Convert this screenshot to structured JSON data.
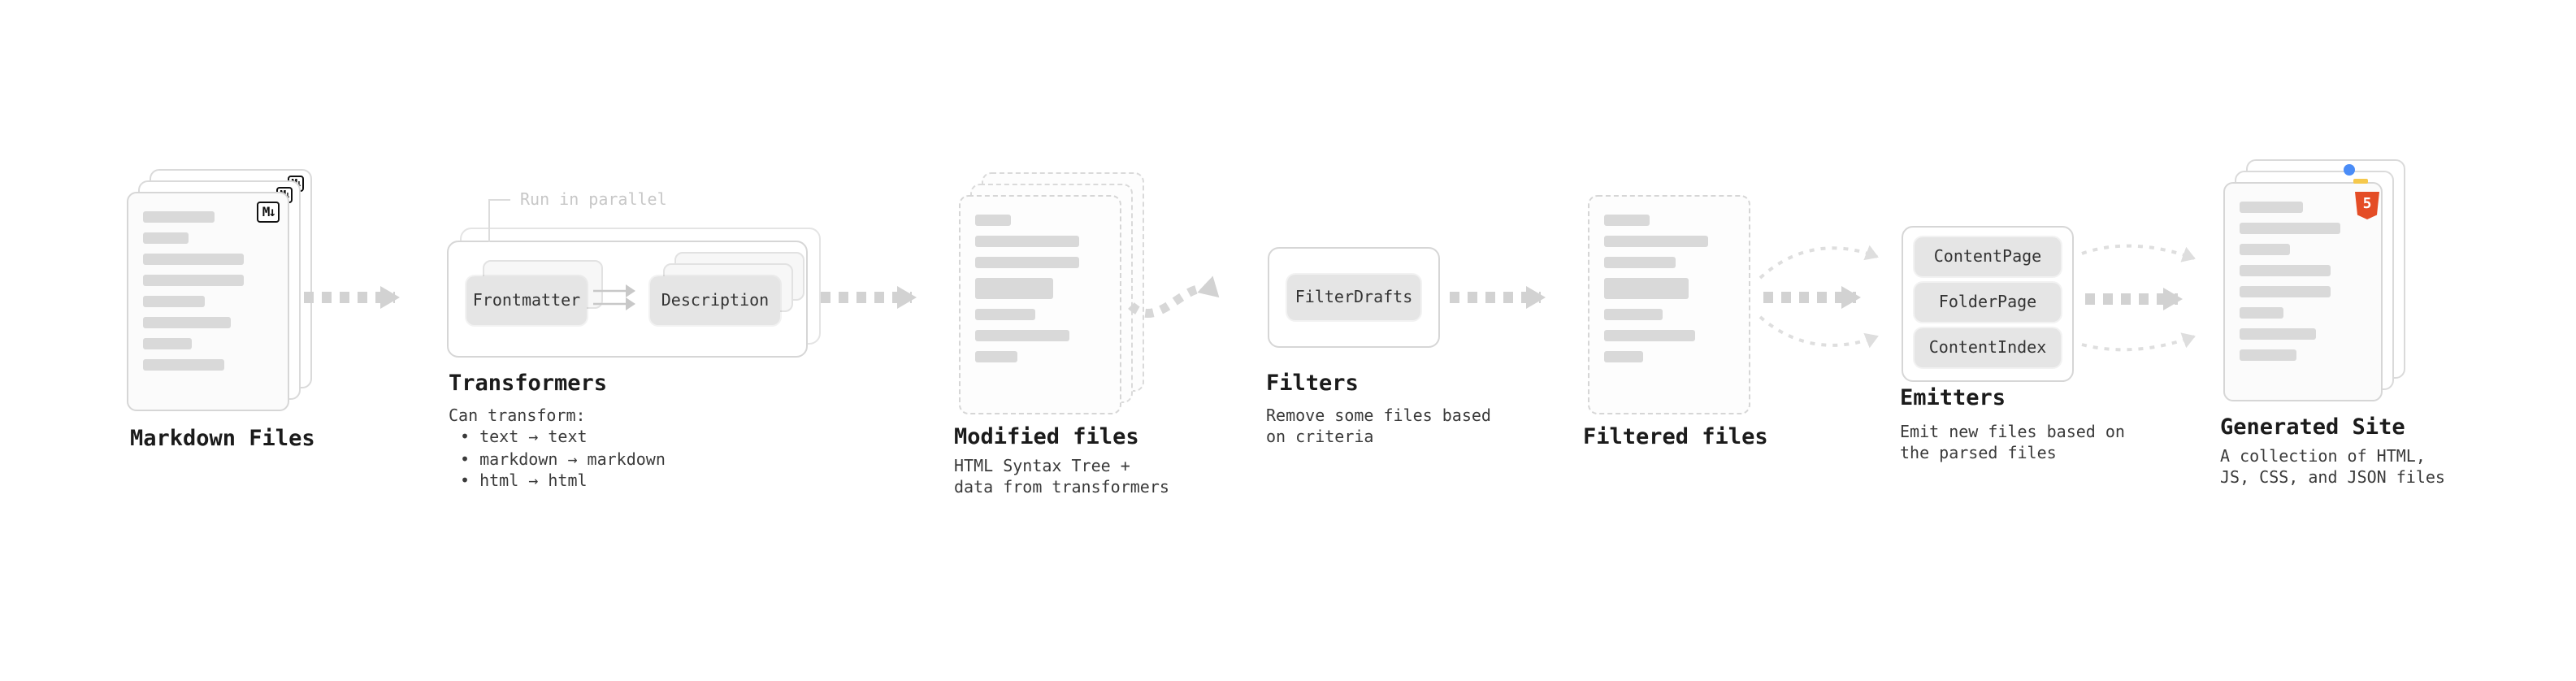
{
  "pipeline": {
    "markdown_files": {
      "label": "Markdown Files",
      "badge": "M↓"
    },
    "transformers": {
      "label": "Transformers",
      "annotation": "Run in parallel",
      "chips": [
        "Frontmatter",
        "Description"
      ],
      "note_title": "Can transform:",
      "bullets": [
        "• text → text",
        "• markdown → markdown",
        "• html → html"
      ]
    },
    "modified_files": {
      "label": "Modified files",
      "note_line1": "HTML Syntax Tree +",
      "note_line2": "data from transformers"
    },
    "filters": {
      "label": "Filters",
      "chip": "FilterDrafts",
      "note_line1": "Remove some files based",
      "note_line2": "on criteria"
    },
    "filtered_files": {
      "label": "Filtered files"
    },
    "emitters": {
      "label": "Emitters",
      "chips": [
        "ContentPage",
        "FolderPage",
        "ContentIndex"
      ],
      "note_line1": "Emit new files based on",
      "note_line2": "the parsed files"
    },
    "generated_site": {
      "label": "Generated Site",
      "badge": "5",
      "note_line1": "A collection of HTML,",
      "note_line2": "JS, CSS, and JSON files"
    }
  },
  "colors": {
    "arrow_thick": "#d2d2d2",
    "arrow_thin": "#dedede",
    "html5_orange": "#e44d26",
    "favicon_blue": "#4a8cf7",
    "favicon_yellow": "#f5c84c"
  }
}
